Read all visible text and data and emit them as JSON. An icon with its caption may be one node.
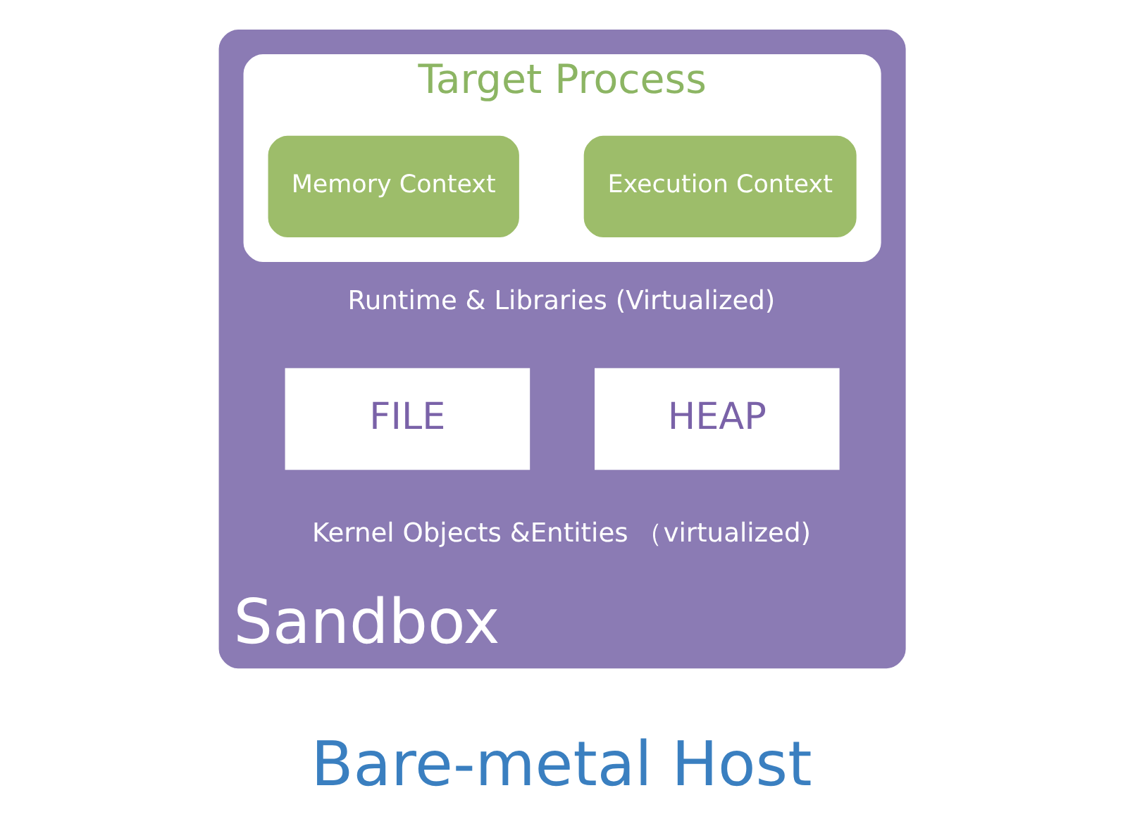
{
  "diagram": {
    "nodes": [
      {
        "text": [
          "Sandbox"
        ]
      },
      {
        "text": [
          "Target Process"
        ],
        "in": 0
      },
      {
        "text": [
          "Execution Context"
        ],
        "in": 1
      },
      {
        "text": [
          "Memory Context"
        ],
        "in": 1
      },
      {
        "text": [
          "FILE"
        ],
        "in": 0
      },
      {
        "text": [
          "HEAP"
        ],
        "in": 0
      },
      {
        "text": [
          "Bare-metal Host"
        ]
      }
    ],
    "labels": [
      "Runtime & Libraries (Virtualized)",
      "Kernel Objects &Entities （virtualized)"
    ]
  }
}
